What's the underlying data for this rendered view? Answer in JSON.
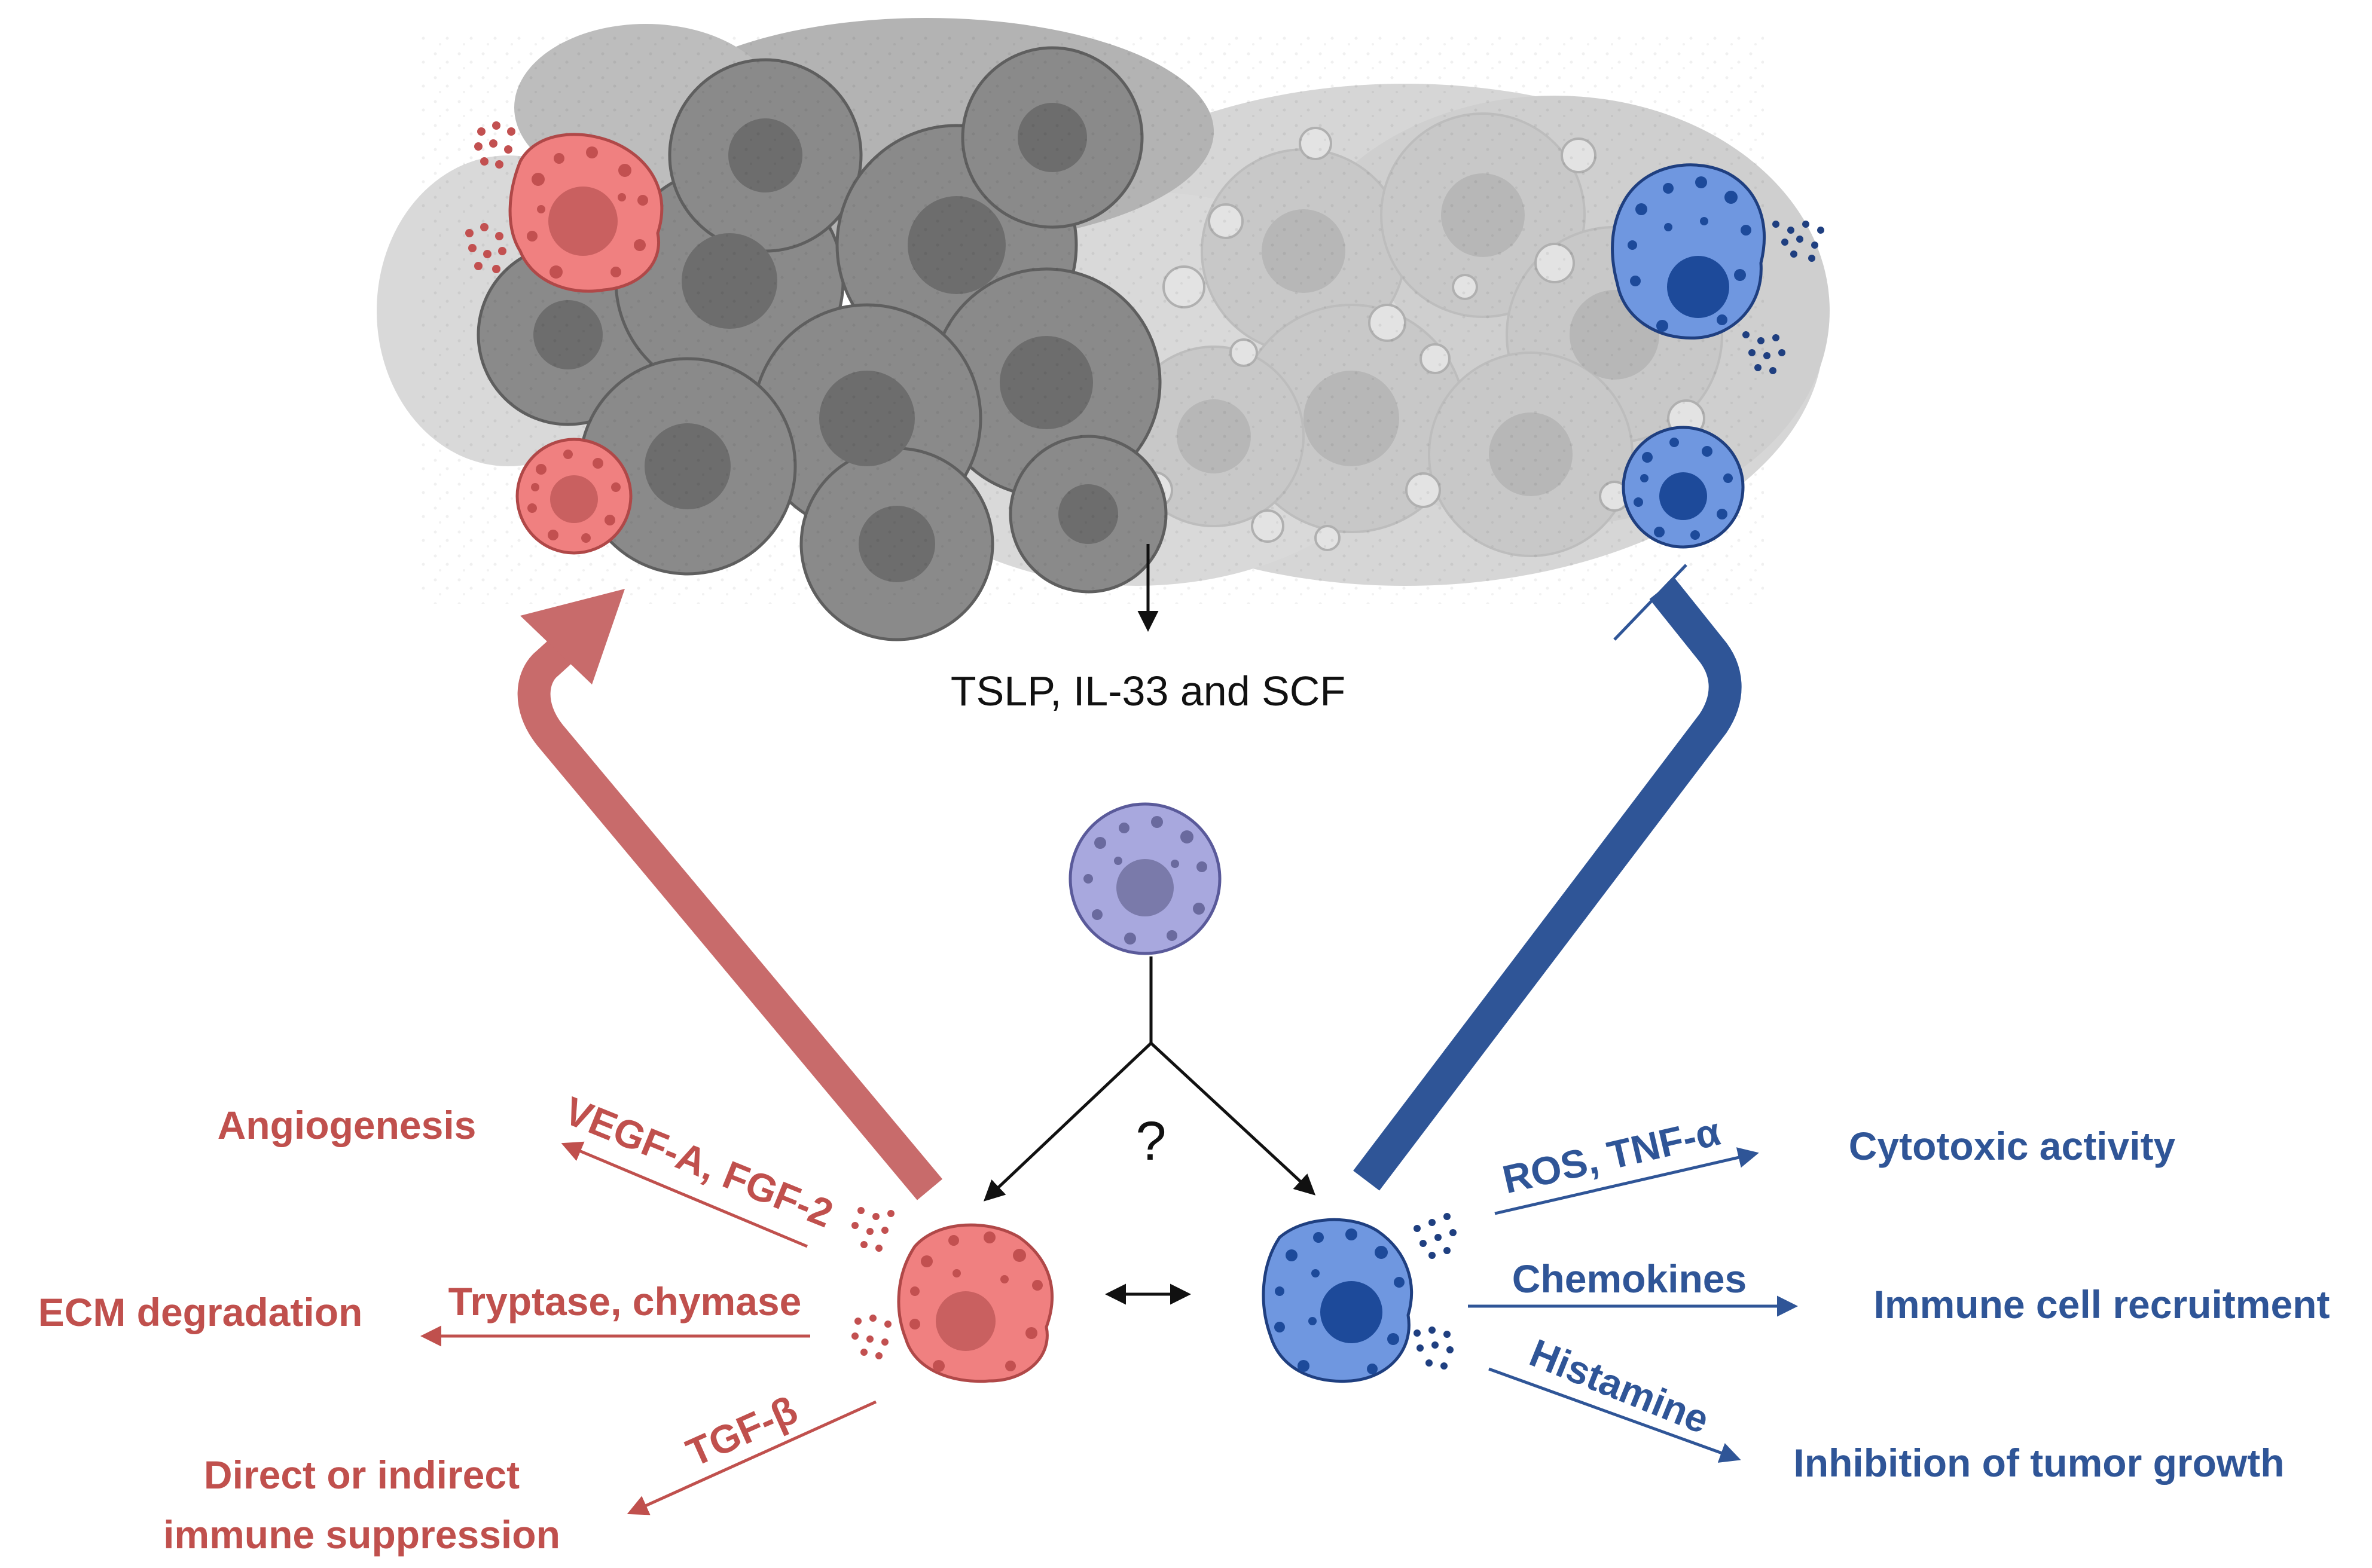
{
  "center": {
    "cytokines": "TSLP,  IL-33 and SCF",
    "question": "?"
  },
  "pro_tumor": {
    "color": "#c0504d",
    "mediators": [
      {
        "mediator": "VEGF-A, FGF-2",
        "outcome": "Angiogenesis"
      },
      {
        "mediator": "Tryptase, chymase",
        "outcome": "ECM degradation"
      },
      {
        "mediator": "TGF-β",
        "outcome_lines": [
          "Direct or indirect",
          "immune suppression"
        ]
      }
    ]
  },
  "anti_tumor": {
    "color": "#2f5597",
    "mediators": [
      {
        "mediator": "ROS, TNF-α",
        "outcome": "Cytotoxic activity"
      },
      {
        "mediator": "Chemokines",
        "outcome": "Immune cell recruitment"
      },
      {
        "mediator": "Histamine",
        "outcome": "Inhibition of tumor growth"
      }
    ]
  },
  "icons": {
    "tumor": "tumor-tissue-icon",
    "mast_cell_pro": "mast-cell-red-icon",
    "mast_cell_anti": "mast-cell-blue-icon",
    "mast_cell_precursor": "mast-cell-purple-icon"
  }
}
